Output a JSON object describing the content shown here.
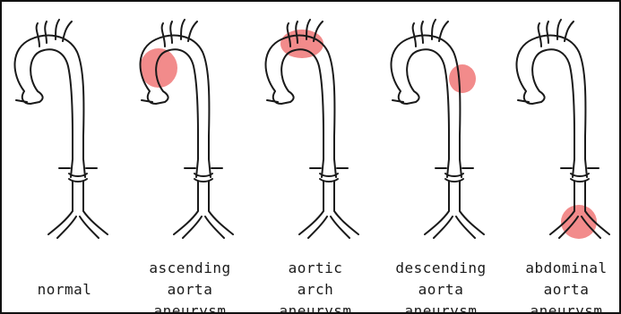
{
  "colors": {
    "stroke": "#1a1a1a",
    "aneurysm": "#f28b8b",
    "background": "#ffffff"
  },
  "panels": [
    {
      "lines": [
        "normal"
      ]
    },
    {
      "lines": [
        "ascending",
        "aorta",
        "aneurysm"
      ]
    },
    {
      "lines": [
        "aortic",
        "arch",
        "aneurysm"
      ]
    },
    {
      "lines": [
        "descending",
        "aorta",
        "aneurysm"
      ]
    },
    {
      "lines": [
        "abdominal",
        "aorta",
        "aneurysm"
      ]
    }
  ]
}
